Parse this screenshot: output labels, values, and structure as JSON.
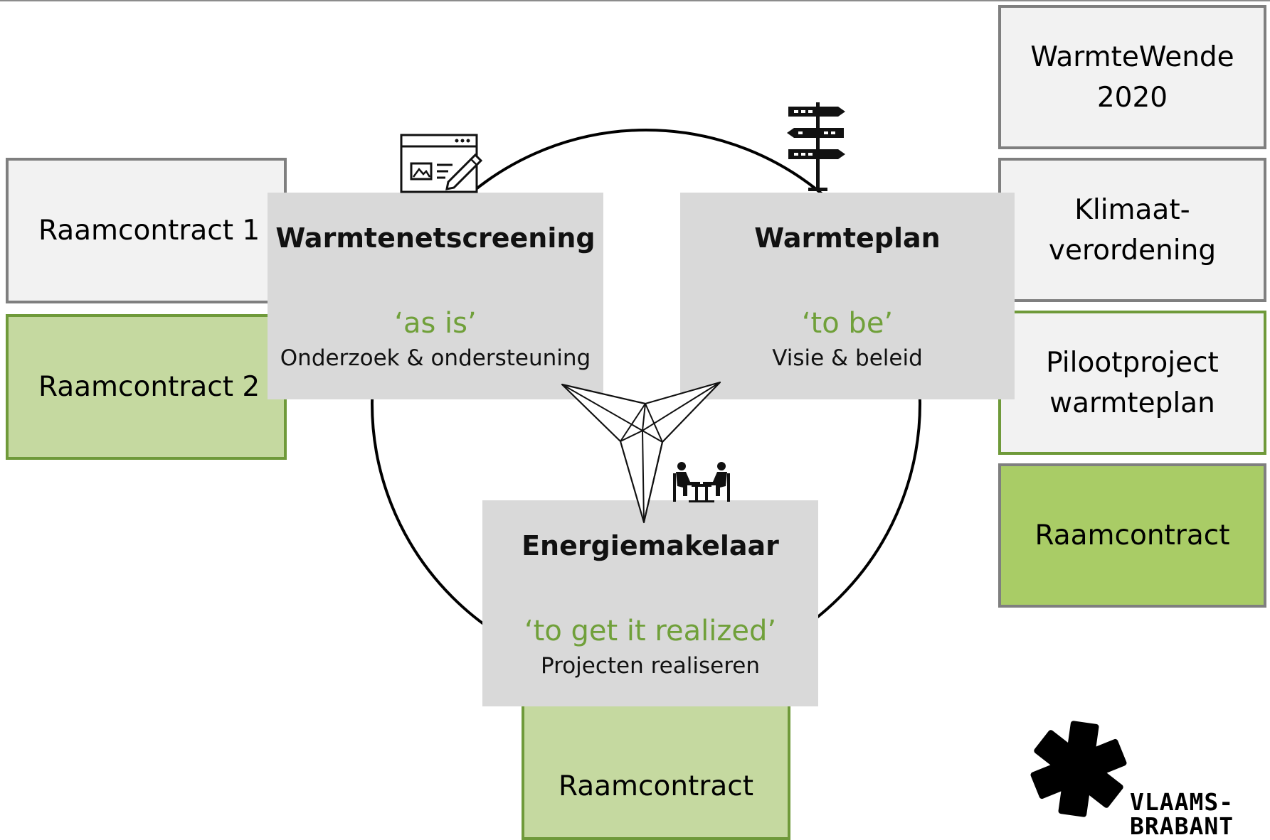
{
  "boxes": {
    "raamcontract_1": "Raamcontract 1",
    "raamcontract_2": "Raamcontract 2",
    "raamcontract_bottom": "Raamcontract",
    "warmtewende": "WarmteWende\n2020",
    "klimaatverordening": "Klimaat-\nverordening",
    "pilootproject": "Pilootproject\nwarmteplan",
    "raamcontract_right": "Raamcontract"
  },
  "panels": {
    "screening": {
      "title": "Warmtenetscreening",
      "tag": "‘as is’",
      "subtitle": "Onderzoek & ondersteuning"
    },
    "plan": {
      "title": "Warmteplan",
      "tag": "‘to be’",
      "subtitle": "Visie & beleid"
    },
    "makelaar": {
      "title": "Energiemakelaar",
      "tag": "‘to get it realized’",
      "subtitle": "Projecten realiseren"
    }
  },
  "logo": {
    "line1": "VLAAMS-",
    "line2": "BRABANT"
  },
  "colors": {
    "panel_gray": "#d9d9d9",
    "box_gray": "#f2f2f2",
    "light_green": "#c5d9a0",
    "strong_green": "#a9cc66",
    "accent_green_text": "#70a03a",
    "border_gray": "#7f7f7f",
    "border_green": "#6f9a3a"
  },
  "icons": [
    "website-edit-icon",
    "signpost-icon",
    "meeting-icon",
    "triangle-arrow-icon",
    "asterisk-logo-icon"
  ]
}
